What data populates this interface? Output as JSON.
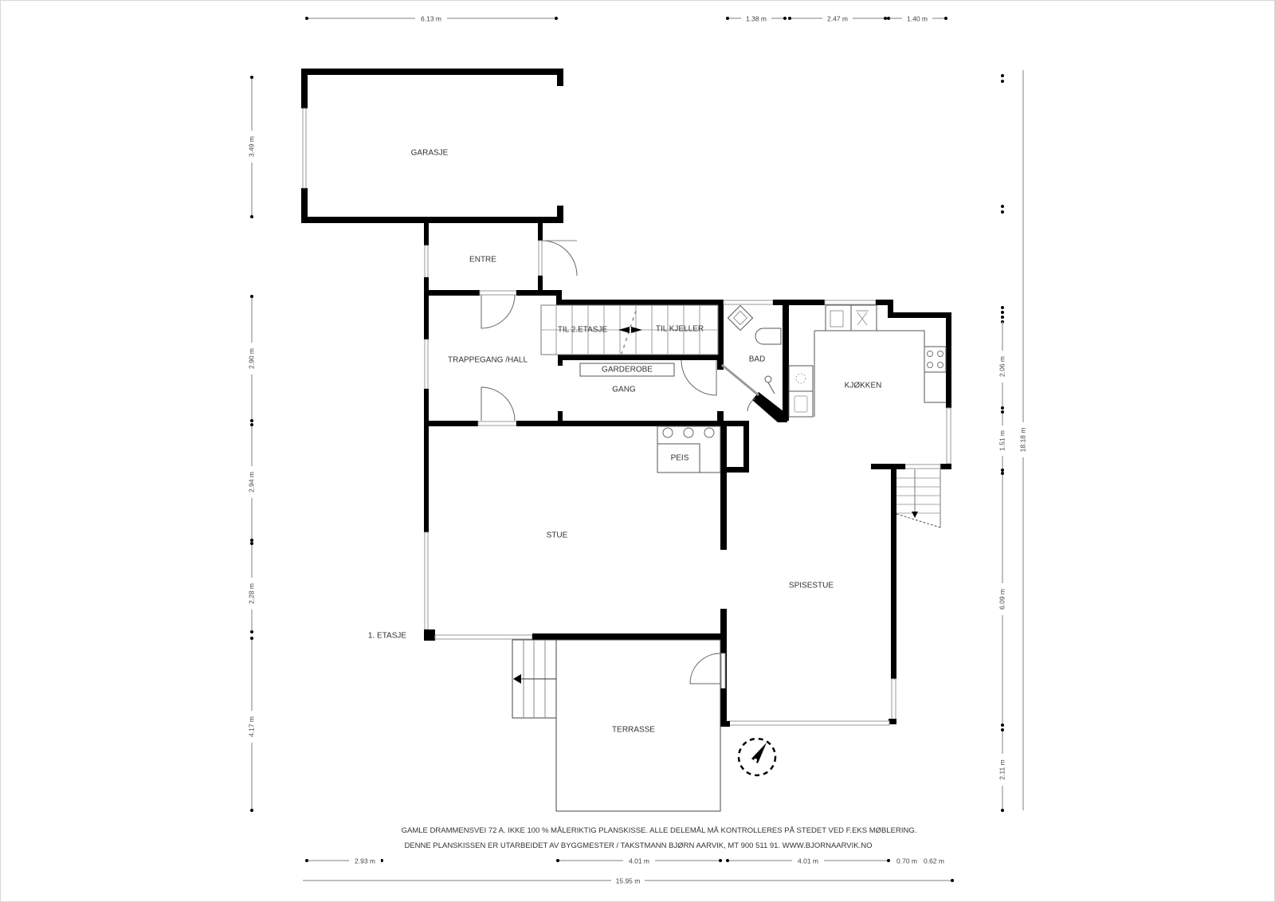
{
  "plan": {
    "floor_label": "1. ETASJE",
    "rooms": {
      "garasje": "GARASJE",
      "entre": "ENTRE",
      "trappegang": "TRAPPEGANG /HALL",
      "til_2_etasje": "TIL 2.ETASJE",
      "til_kjeller": "TIL KJELLER",
      "garderobe": "GARDEROBE",
      "gang": "GANG",
      "bad": "BAD",
      "kjokken": "KJØKKEN",
      "peis": "PEIS",
      "stue": "STUE",
      "spisestue": "SPISESTUE",
      "terrasse": "TERRASSE"
    }
  },
  "dimensions": {
    "top": [
      "6.13 m",
      "1.38 m",
      "2.47 m",
      "1.40 m"
    ],
    "left": [
      "3.49 m",
      "2.90 m",
      "2.94 m",
      "2.28 m",
      "4.17 m"
    ],
    "right": [
      "2.06 m",
      "1.51 m",
      "6.09 m",
      "2.11 m"
    ],
    "right_total": "18.18 m",
    "bottom": [
      "2.93 m",
      "4.01 m",
      "4.01 m",
      "0.70 m",
      "0.62 m"
    ],
    "bottom_total": "15.95 m"
  },
  "footer": {
    "line1": "GAMLE DRAMMENSVEI 72 A. IKKE 100 % MÅLERIKTIG PLANSKISSE. ALLE DELEMÅL MÅ KONTROLLERES PÅ STEDET VED F.EKS MØBLERING.",
    "line2": "DENNE PLANSKISSEN ER UTARBEIDET AV BYGGMESTER / TAKSTMANN BJØRN AARVIK, MT 900 511 91. WWW.BJORNAARVIK.NO"
  },
  "icons": {
    "compass": "compass-north-arrow-icon"
  }
}
